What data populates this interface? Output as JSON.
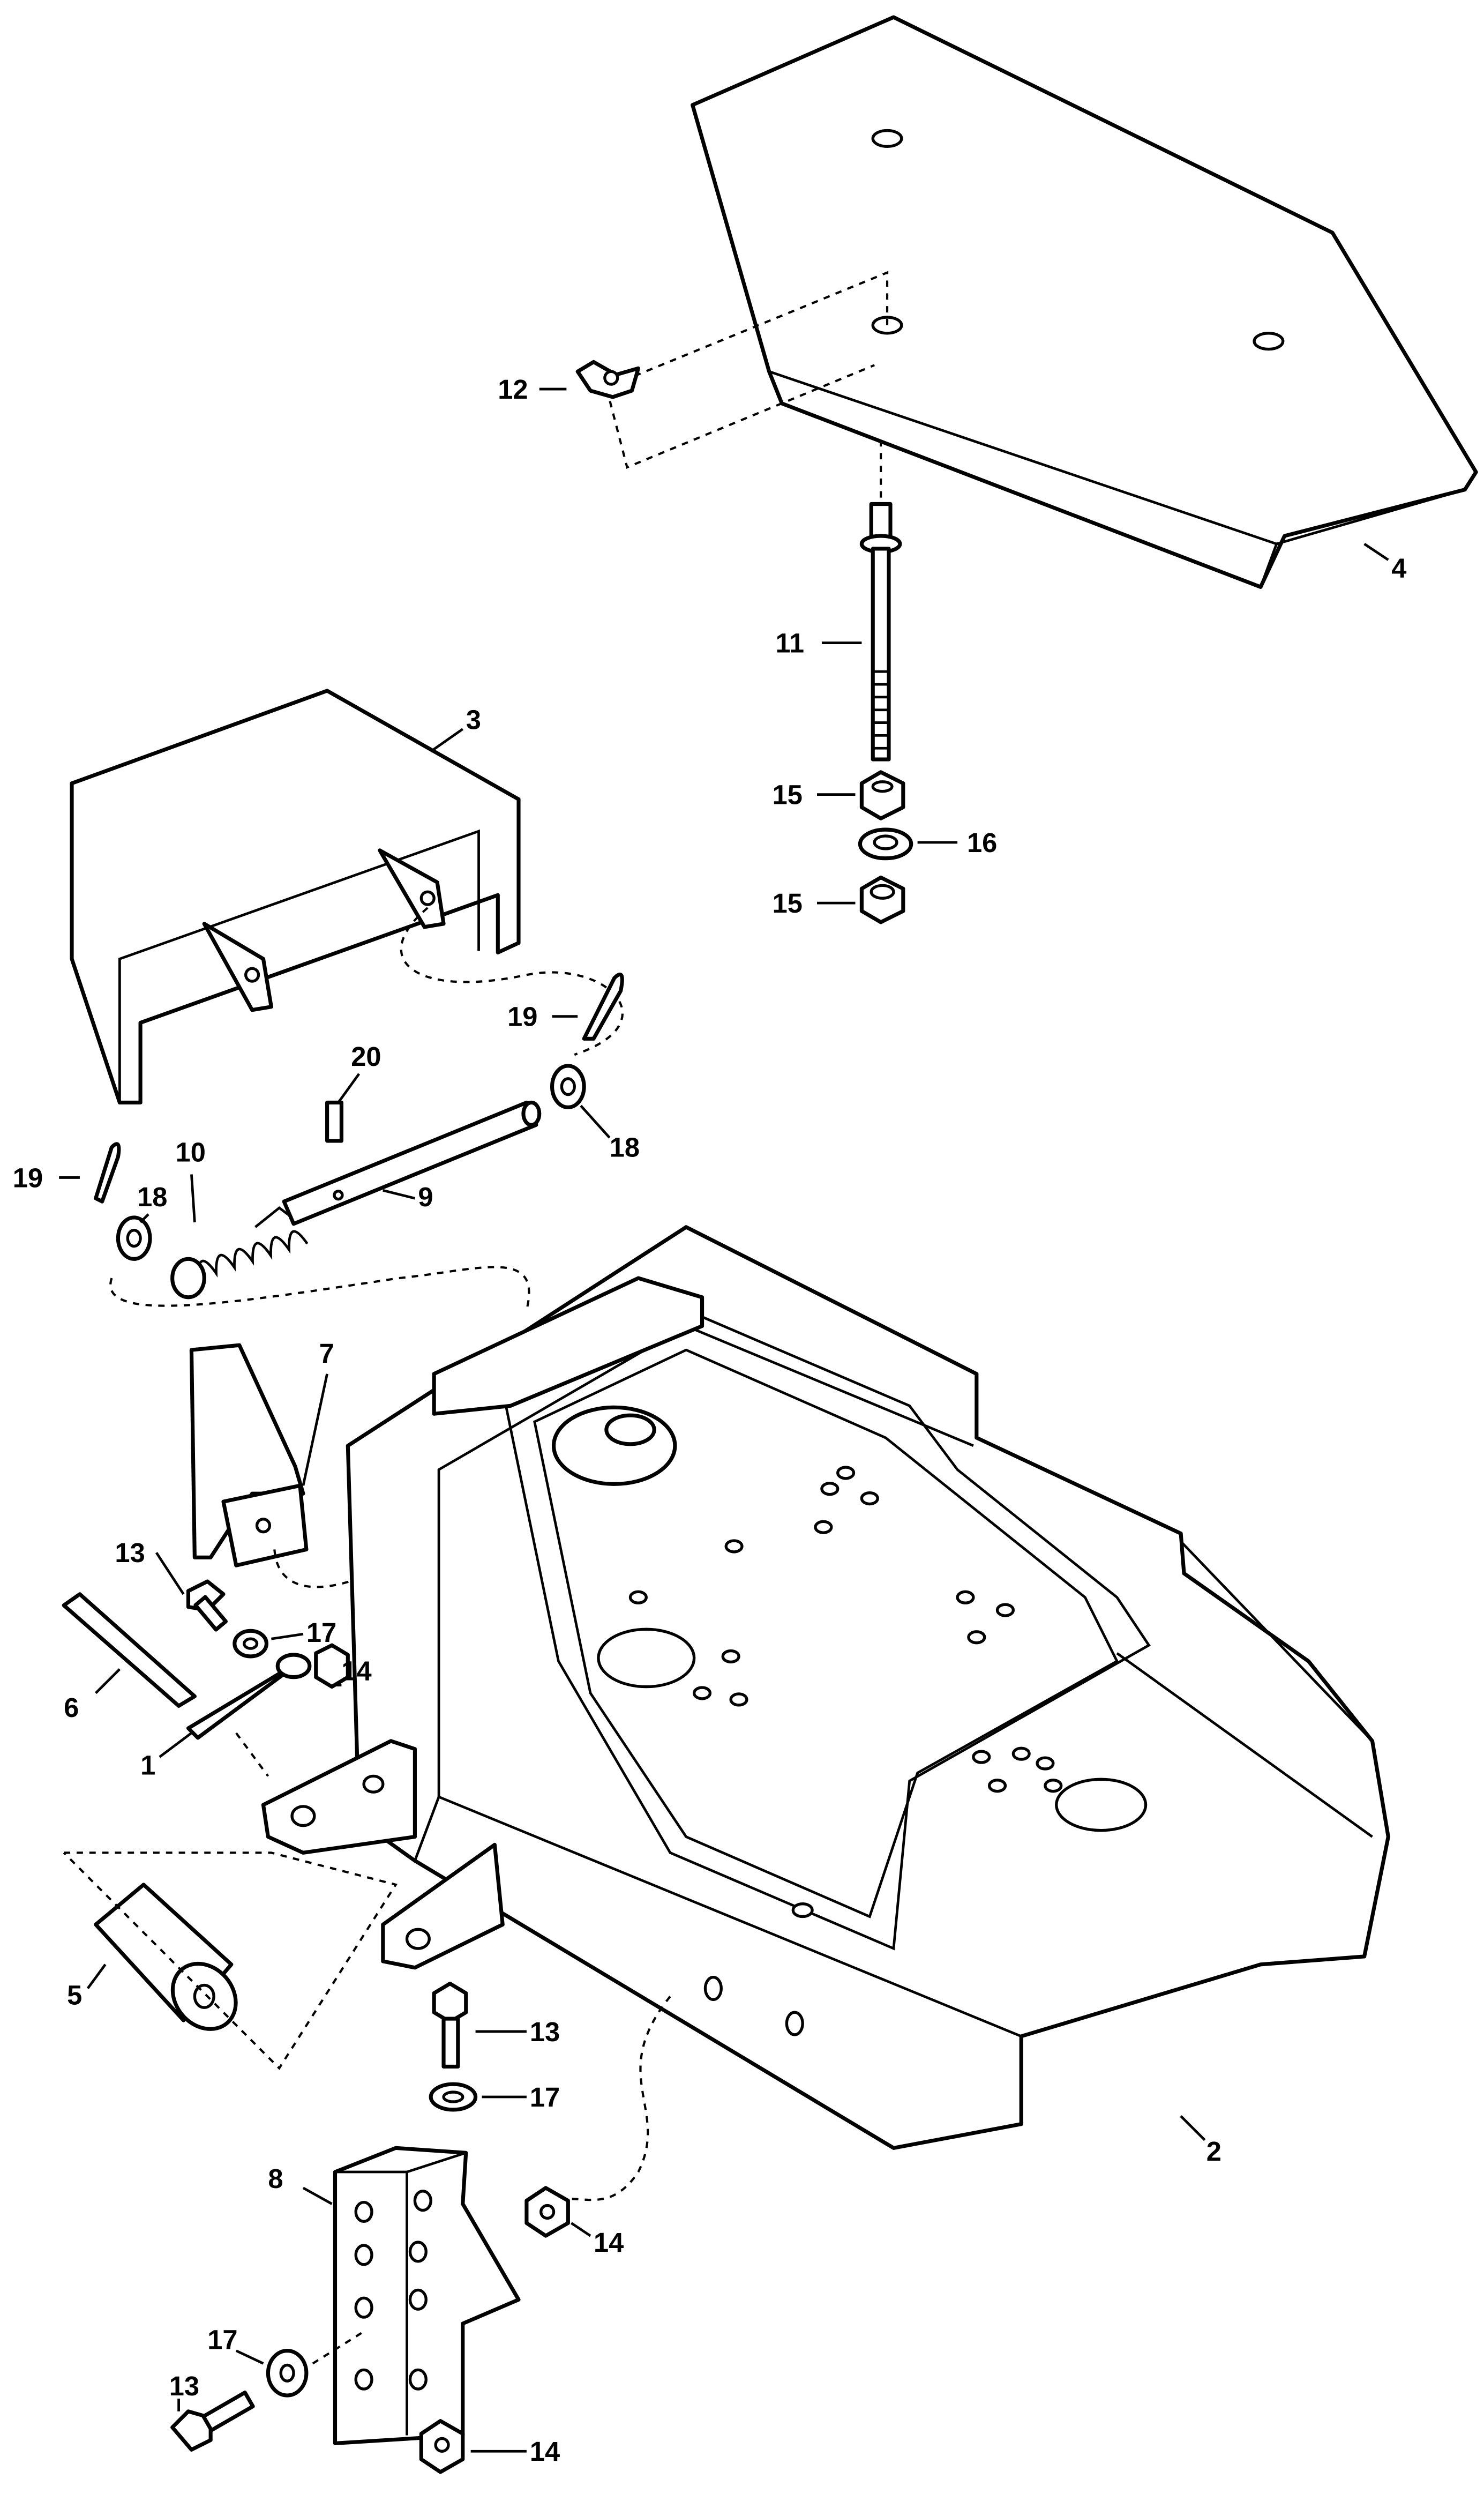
{
  "diagram": {
    "type": "exploded parts diagram",
    "callouts": [
      "12",
      "4",
      "11",
      "3",
      "15",
      "16",
      "15",
      "19",
      "20",
      "10",
      "9",
      "18",
      "19",
      "18",
      "7",
      "13",
      "17",
      "14",
      "6",
      "1",
      "5",
      "13",
      "17",
      "2",
      "8",
      "14",
      "17",
      "13",
      "14"
    ]
  }
}
